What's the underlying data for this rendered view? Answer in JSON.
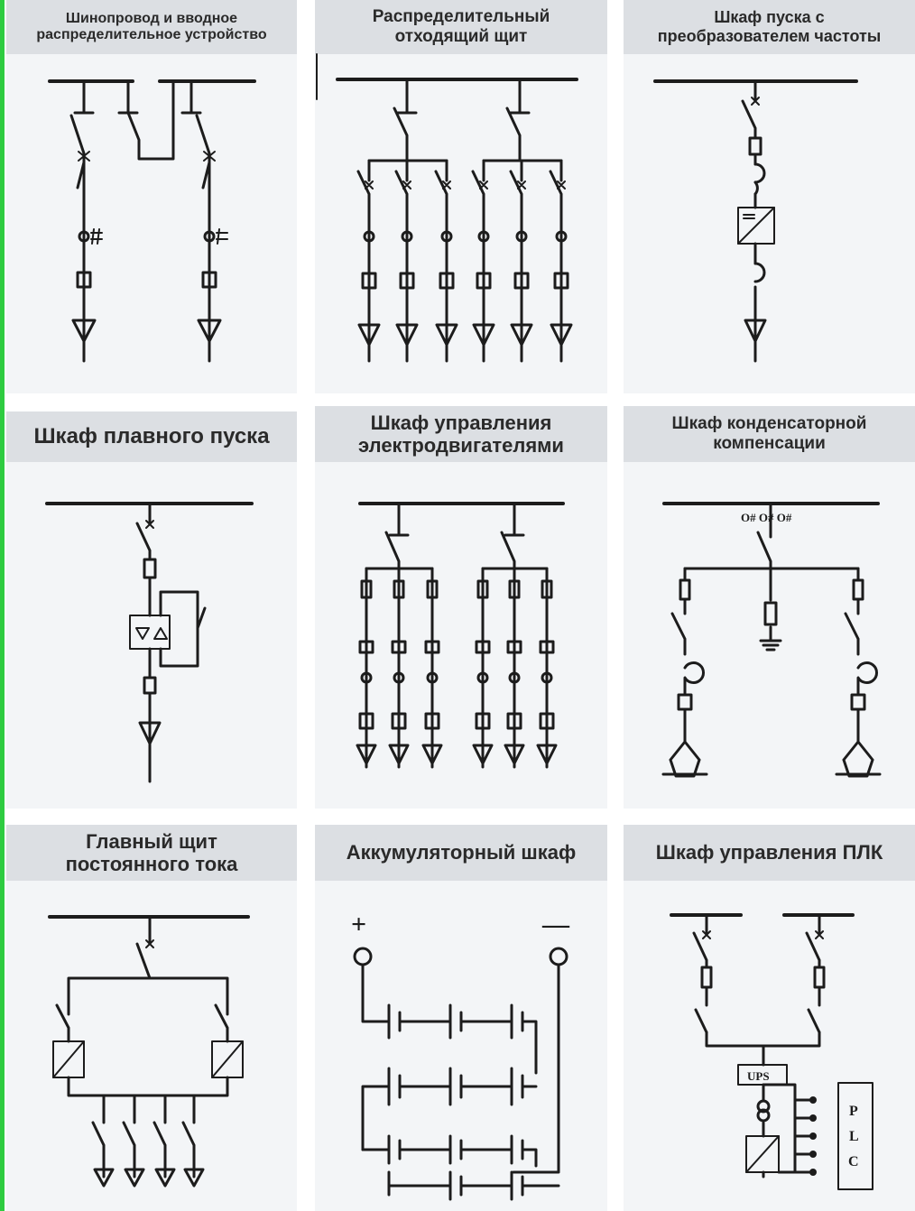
{
  "panels": [
    {
      "title_lines": [
        "Шинопровод и вводное",
        "распределительное устройство"
      ]
    },
    {
      "title_lines": [
        "Распределительный",
        "отходящий щит"
      ]
    },
    {
      "title_lines": [
        "Шкаф пуска с",
        "преобразователем частоты"
      ]
    },
    {
      "title_lines": [
        "Шкаф плавного пуска"
      ]
    },
    {
      "title_lines": [
        "Шкаф управления",
        "электродвигателями"
      ]
    },
    {
      "title_lines": [
        "Шкаф конденсаторной",
        "компенсации"
      ]
    },
    {
      "title_lines": [
        "Главный щит",
        "постоянного тока"
      ]
    },
    {
      "title_lines": [
        "Аккумуляторный шкаф"
      ]
    },
    {
      "title_lines": [
        "Шкаф управления ПЛК"
      ]
    }
  ],
  "symbols": {
    "plus": "+",
    "minus": "—",
    "ups": "UPS",
    "plc": [
      "P",
      "L",
      "C"
    ],
    "cap_marks": "O# O# O#"
  },
  "colors": {
    "header_bg": "#dcdfe3",
    "panel_bg": "#f3f5f7",
    "line": "#1c1c1c",
    "edge": "#2ecc40"
  }
}
